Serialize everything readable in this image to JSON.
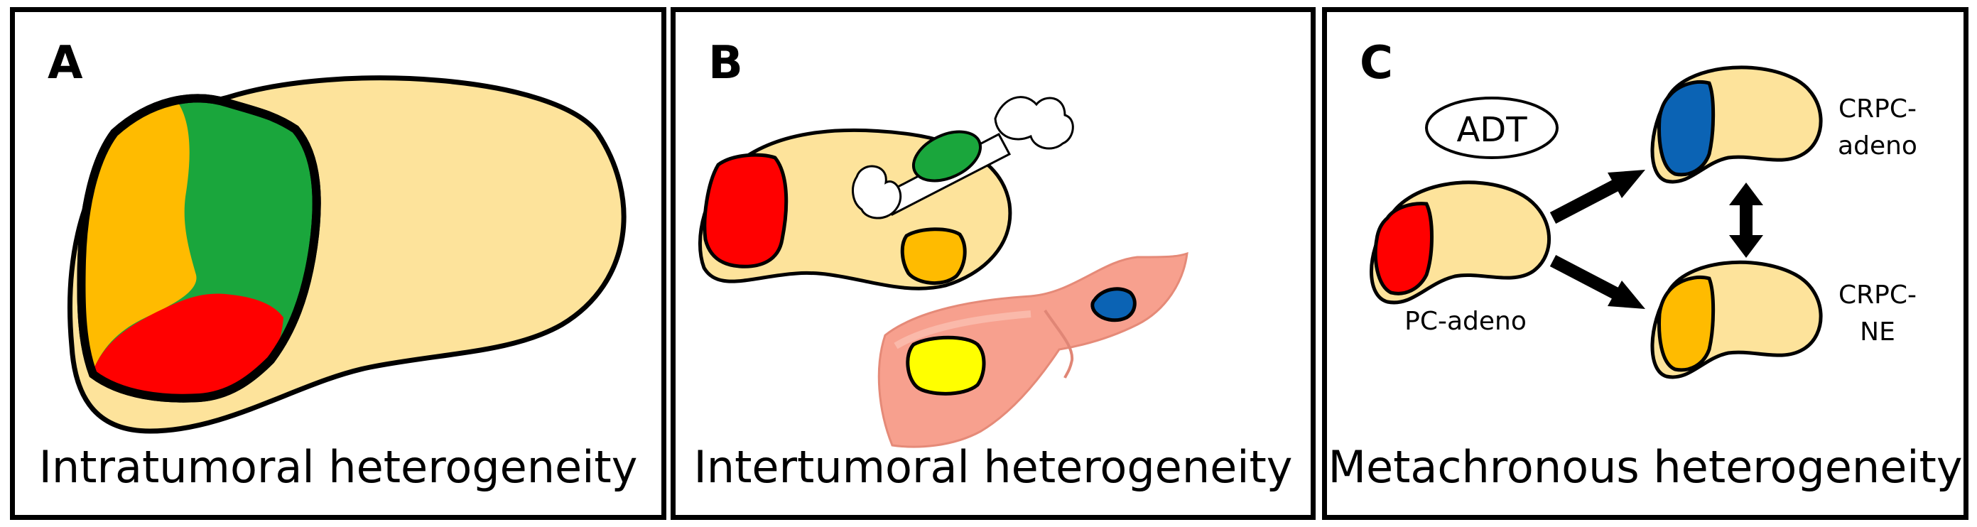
{
  "panels": {
    "a": {
      "letter": "A",
      "caption": "Intratumoral heterogeneity"
    },
    "b": {
      "letter": "B",
      "caption": "Intertumoral heterogeneity"
    },
    "c": {
      "letter": "C",
      "caption": "Metachronous heterogeneity",
      "treatment_label": "ADT",
      "start_label": "PC-adeno",
      "outcome_top_label": [
        "CRPC-",
        "adeno"
      ],
      "outcome_bottom_label": [
        "CRPC-",
        "NE"
      ]
    }
  },
  "colors": {
    "tissue": "#fde39b",
    "red": "#ff0000",
    "orange": "#ffbb00",
    "green": "#1aa63c",
    "blue": "#0b63b4",
    "yellow": "#ffff00",
    "liver": "#f7a08e"
  }
}
